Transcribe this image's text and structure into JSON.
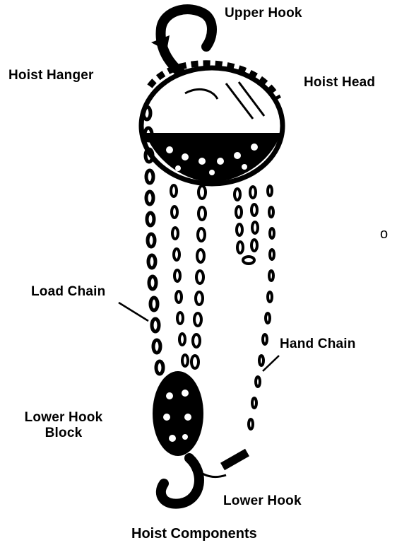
{
  "labels": {
    "upper_hook": "Upper Hook",
    "hoist_hanger": "Hoist Hanger",
    "hoist_head": "Hoist Head",
    "load_chain": "Load Chain",
    "hand_chain": "Hand Chain",
    "lower_hook_block_line1": "Lower Hook",
    "lower_hook_block_line2": "Block",
    "lower_hook": "Lower Hook",
    "marker": "o"
  },
  "caption": "Hoist Components",
  "colors": {
    "ink": "#000000",
    "paper": "#ffffff"
  }
}
